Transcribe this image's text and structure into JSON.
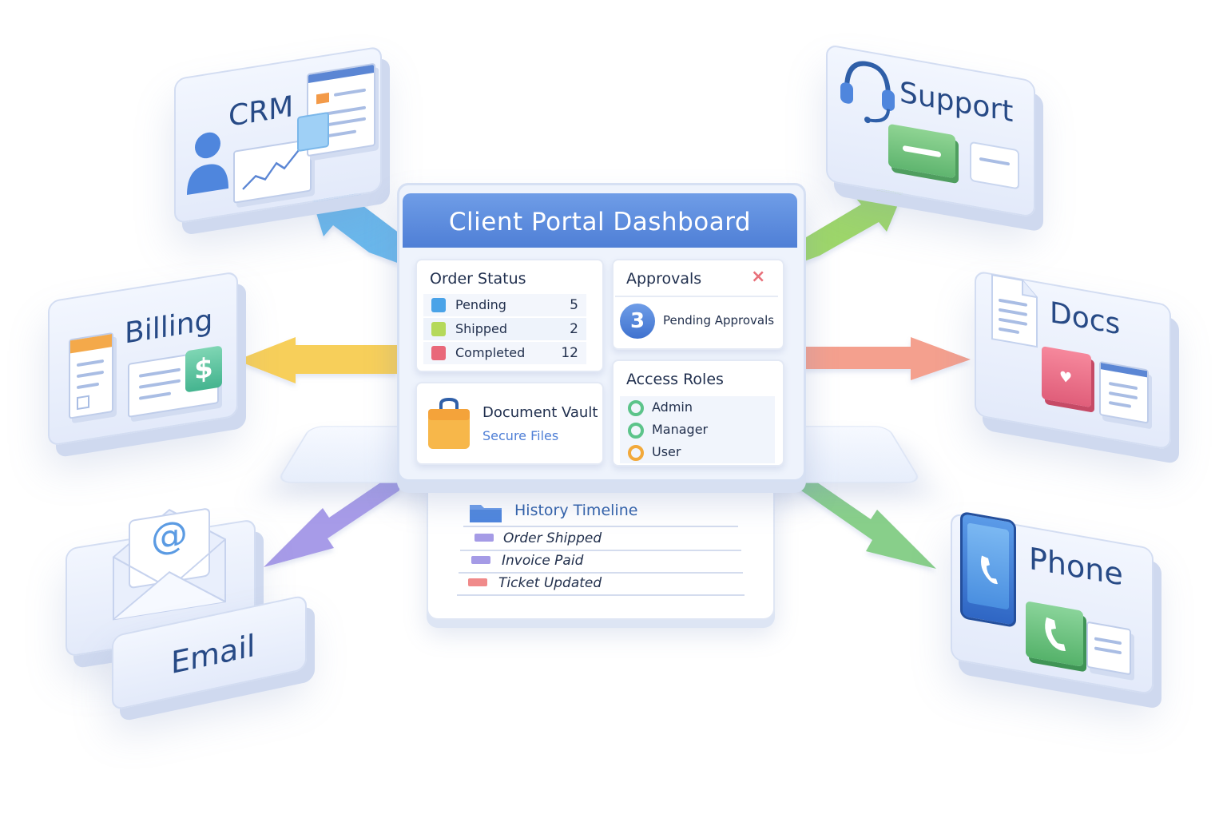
{
  "dashboard": {
    "title": "Client Portal Dashboard",
    "order_status": {
      "title": "Order Status",
      "rows": [
        {
          "label": "Pending",
          "count": "5",
          "color": "#4aa3e8"
        },
        {
          "label": "Shipped",
          "count": "2",
          "color": "#b5d95a"
        },
        {
          "label": "Completed",
          "count": "12",
          "color": "#e9687a"
        }
      ]
    },
    "approvals": {
      "title": "Approvals",
      "close_glyph": "×",
      "count": "3",
      "label": "Pending Approvals"
    },
    "vault": {
      "title": "Document Vault",
      "subtitle": "Secure Files"
    },
    "access_roles": {
      "title": "Access Roles",
      "roles": [
        {
          "label": "Admin",
          "color": "#5cc48a"
        },
        {
          "label": "Manager",
          "color": "#5cc48a"
        },
        {
          "label": "User",
          "color": "#f2a93b"
        }
      ]
    },
    "timeline": {
      "title": "History Timeline",
      "items": [
        {
          "label": "Order Shipped",
          "color": "#a59be6"
        },
        {
          "label": "Invoice Paid",
          "color": "#a59be6"
        },
        {
          "label": "Ticket Updated",
          "color": "#f08a8a"
        }
      ]
    }
  },
  "modules": {
    "crm": {
      "label": "CRM",
      "arrow_color": "#6ab8ec"
    },
    "support": {
      "label": "Support",
      "arrow_color": "#9ed76a"
    },
    "billing": {
      "label": "Billing",
      "arrow_color": "#f7cf5a",
      "symbol": "$"
    },
    "docs": {
      "label": "Docs",
      "arrow_color": "#f4a08e"
    },
    "email": {
      "label": "Email",
      "arrow_color": "#a79be8",
      "symbol": "@"
    },
    "phone": {
      "label": "Phone",
      "arrow_color": "#88cf8a"
    }
  },
  "colors": {
    "header_blue": "#5a88da",
    "title_navy": "#274a86"
  }
}
